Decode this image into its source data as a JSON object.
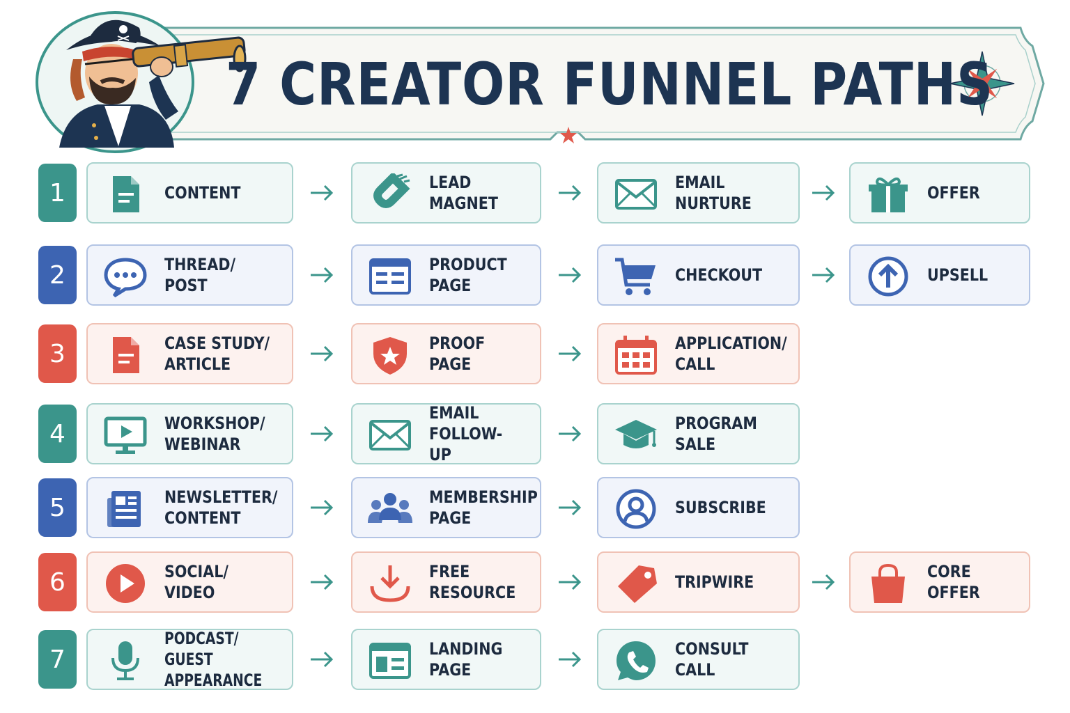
{
  "title": "7 CREATOR FUNNEL PATHS",
  "colors": {
    "teal": "#3b958b",
    "blue": "#3d64b2",
    "coral": "#e0584a",
    "navy": "#1d3452",
    "arrow": "#3b958b"
  },
  "rows": [
    {
      "number": "1",
      "theme": "teal",
      "steps": [
        {
          "label": "CONTENT",
          "icon": "document-icon"
        },
        {
          "label": "LEAD\nMAGNET",
          "icon": "magnet-icon"
        },
        {
          "label": "EMAIL\nNURTURE",
          "icon": "envelope-icon"
        },
        {
          "label": "OFFER",
          "icon": "gift-icon"
        }
      ]
    },
    {
      "number": "2",
      "theme": "blue",
      "steps": [
        {
          "label": "THREAD/\nPOST",
          "icon": "chat-bubble-icon"
        },
        {
          "label": "PRODUCT\nPAGE",
          "icon": "browser-page-icon"
        },
        {
          "label": "CHECKOUT",
          "icon": "shopping-cart-icon"
        },
        {
          "label": "UPSELL",
          "icon": "upload-arrow-icon"
        }
      ]
    },
    {
      "number": "3",
      "theme": "coral",
      "steps": [
        {
          "label": "CASE STUDY/\nARTICLE",
          "icon": "document-icon"
        },
        {
          "label": "PROOF\nPAGE",
          "icon": "shield-star-icon"
        },
        {
          "label": "APPLICATION/\nCALL",
          "icon": "calendar-icon"
        }
      ]
    },
    {
      "number": "4",
      "theme": "teal",
      "steps": [
        {
          "label": "WORKSHOP/\nWEBINAR",
          "icon": "monitor-play-icon"
        },
        {
          "label": "EMAIL\nFOLLOW-UP",
          "icon": "envelope-icon"
        },
        {
          "label": "PROGRAM\nSALE",
          "icon": "graduation-cap-icon"
        }
      ]
    },
    {
      "number": "5",
      "theme": "blue",
      "steps": [
        {
          "label": "NEWSLETTER/\nCONTENT",
          "icon": "newspaper-icon"
        },
        {
          "label": "MEMBERSHIP\nPAGE",
          "icon": "group-icon"
        },
        {
          "label": "SUBSCRIBE",
          "icon": "user-circle-icon"
        }
      ]
    },
    {
      "number": "6",
      "theme": "coral",
      "steps": [
        {
          "label": "SOCIAL/\nVIDEO",
          "icon": "play-circle-icon"
        },
        {
          "label": "FREE\nRESOURCE",
          "icon": "download-icon"
        },
        {
          "label": "TRIPWIRE",
          "icon": "price-tag-icon"
        },
        {
          "label": "CORE\nOFFER",
          "icon": "shopping-bag-icon"
        }
      ]
    },
    {
      "number": "7",
      "theme": "teal",
      "steps": [
        {
          "label": "PODCAST/\nGUEST APPEARANCE",
          "icon": "microphone-icon"
        },
        {
          "label": "LANDING\nPAGE",
          "icon": "landing-page-icon"
        },
        {
          "label": "CONSULT\nCALL",
          "icon": "phone-bubble-icon"
        }
      ]
    }
  ]
}
